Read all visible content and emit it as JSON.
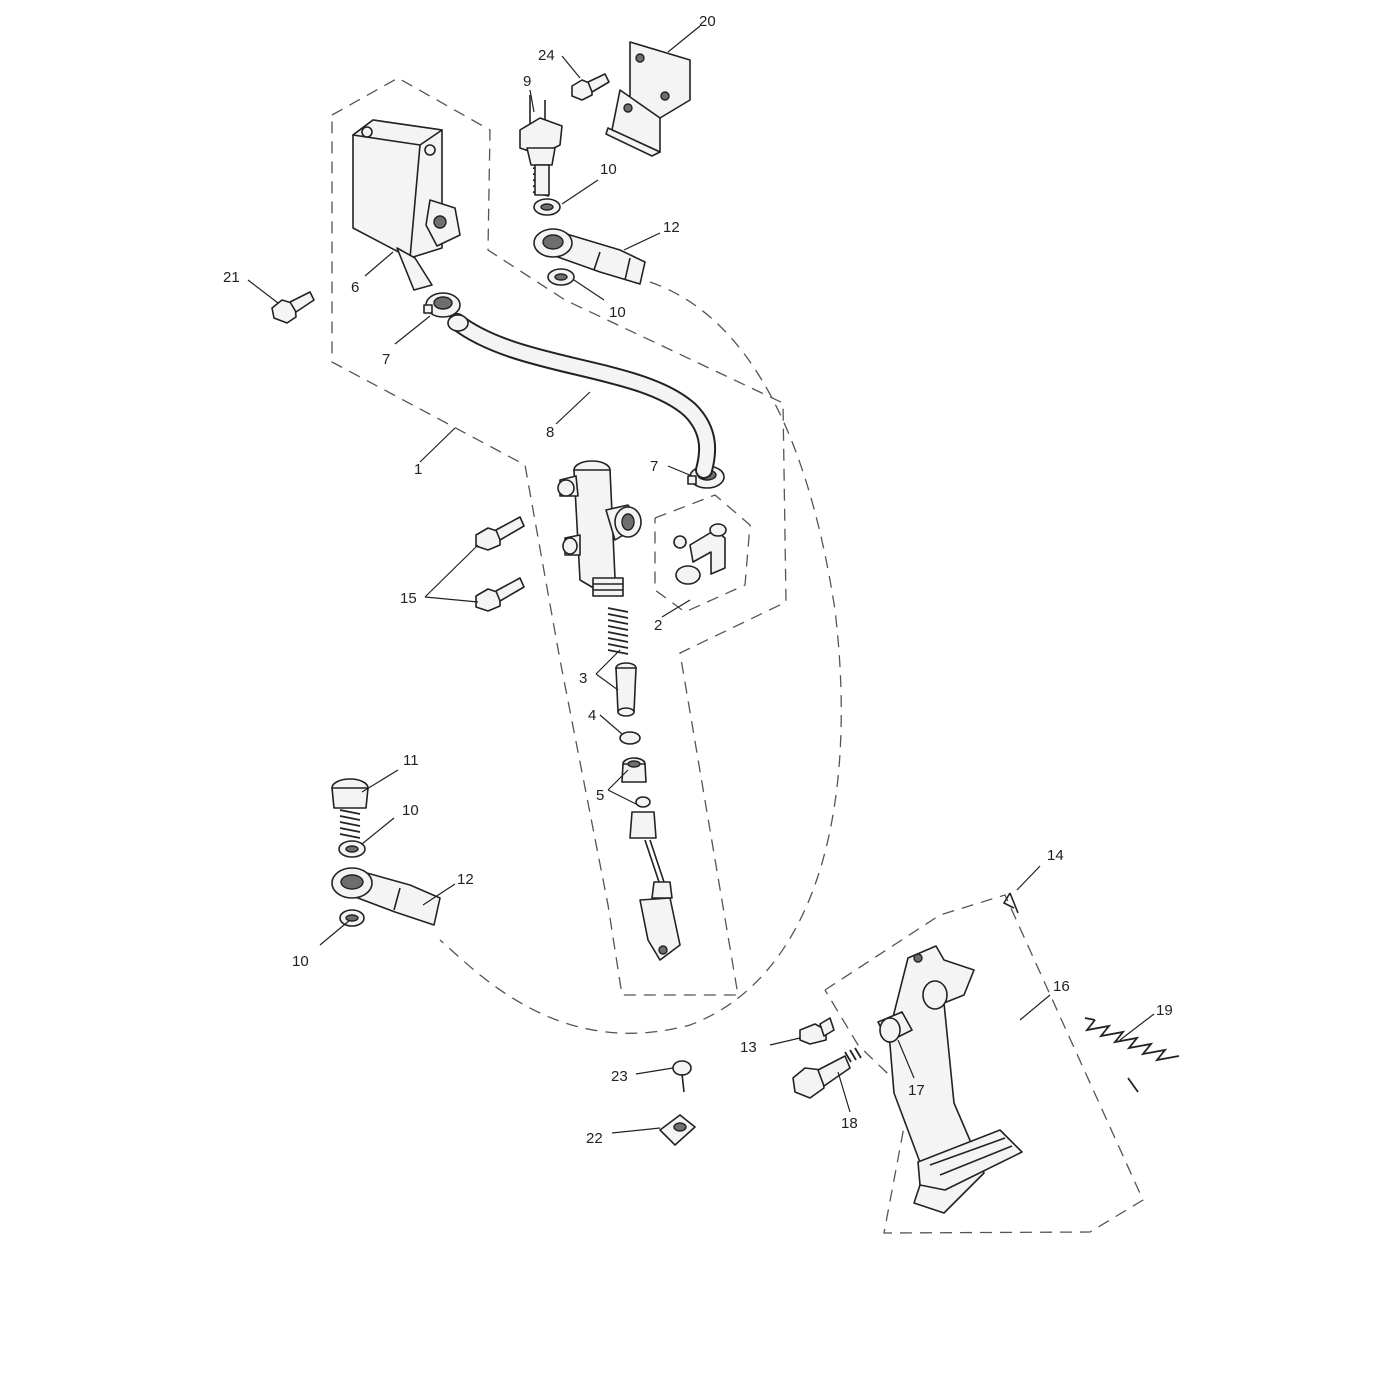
{
  "callouts": [
    {
      "id": "c1",
      "text": "1"
    },
    {
      "id": "c2",
      "text": "2"
    },
    {
      "id": "c3",
      "text": "3"
    },
    {
      "id": "c4",
      "text": "4"
    },
    {
      "id": "c5",
      "text": "5"
    },
    {
      "id": "c6",
      "text": "6"
    },
    {
      "id": "c7a",
      "text": "7"
    },
    {
      "id": "c7b",
      "text": "7"
    },
    {
      "id": "c8",
      "text": "8"
    },
    {
      "id": "c9",
      "text": "9"
    },
    {
      "id": "c10a",
      "text": "10"
    },
    {
      "id": "c10b",
      "text": "10"
    },
    {
      "id": "c10c",
      "text": "10"
    },
    {
      "id": "c10d",
      "text": "10"
    },
    {
      "id": "c11",
      "text": "11"
    },
    {
      "id": "c12a",
      "text": "12"
    },
    {
      "id": "c12b",
      "text": "12"
    },
    {
      "id": "c13",
      "text": "13"
    },
    {
      "id": "c14",
      "text": "14"
    },
    {
      "id": "c15",
      "text": "15"
    },
    {
      "id": "c16",
      "text": "16"
    },
    {
      "id": "c17",
      "text": "17"
    },
    {
      "id": "c18",
      "text": "18"
    },
    {
      "id": "c19",
      "text": "19"
    },
    {
      "id": "c20",
      "text": "20"
    },
    {
      "id": "c21",
      "text": "21"
    },
    {
      "id": "c22",
      "text": "22"
    },
    {
      "id": "c23",
      "text": "23"
    },
    {
      "id": "c24",
      "text": "24"
    }
  ]
}
